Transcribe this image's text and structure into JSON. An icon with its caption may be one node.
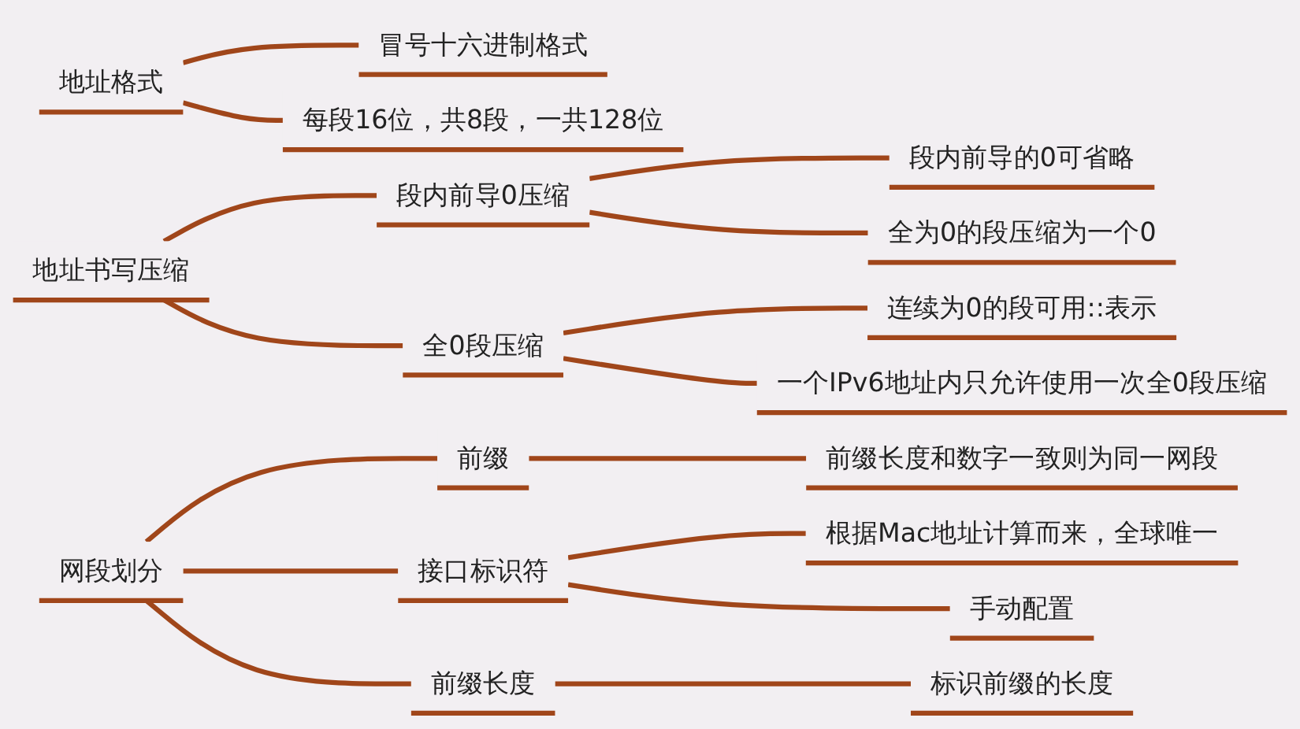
{
  "diagram": {
    "nodes": [
      {
        "text": [
          "地址格式"
        ]
      },
      {
        "text": [
          "冒号十六进制格式"
        ]
      },
      {
        "text": [
          "每段16位，共8段，一共128位"
        ]
      },
      {
        "text": [
          "地址书写压缩"
        ]
      },
      {
        "text": [
          "段内前导0压缩"
        ]
      },
      {
        "text": [
          "段内前导的0可省略"
        ]
      },
      {
        "text": [
          "全为0的段压缩为一个0"
        ]
      },
      {
        "text": [
          "全0段压缩"
        ]
      },
      {
        "text": [
          "连续为0的段可用::表示"
        ]
      },
      {
        "text": [
          "一个IPv6地址内只允许使用一次全0段压缩"
        ]
      },
      {
        "text": [
          "网段划分"
        ]
      },
      {
        "text": [
          "前缀"
        ]
      },
      {
        "text": [
          "前缀长度和数字一致则为同一网段"
        ]
      },
      {
        "text": [
          "接口标识符"
        ]
      },
      {
        "text": [
          "根据Mac地址计算而来，全球唯一"
        ]
      },
      {
        "text": [
          "手动配置"
        ]
      },
      {
        "text": [
          "前缀长度"
        ]
      },
      {
        "text": [
          "标识前缀的长度"
        ]
      }
    ],
    "edges": [
      {
        "from": 0,
        "to": 1,
        "arrow": "none"
      },
      {
        "from": 0,
        "to": 2,
        "arrow": "none"
      },
      {
        "from": 3,
        "to": 4,
        "arrow": "none"
      },
      {
        "from": 4,
        "to": 5,
        "arrow": "none"
      },
      {
        "from": 4,
        "to": 6,
        "arrow": "none"
      },
      {
        "from": 3,
        "to": 7,
        "arrow": "none"
      },
      {
        "from": 7,
        "to": 8,
        "arrow": "none"
      },
      {
        "from": 7,
        "to": 9,
        "arrow": "none"
      },
      {
        "from": 10,
        "to": 11,
        "arrow": "none"
      },
      {
        "from": 11,
        "to": 12,
        "arrow": "none"
      },
      {
        "from": 10,
        "to": 13,
        "arrow": "none"
      },
      {
        "from": 13,
        "to": 14,
        "arrow": "none"
      },
      {
        "from": 13,
        "to": 15,
        "arrow": "none"
      },
      {
        "from": 10,
        "to": 16,
        "arrow": "none"
      },
      {
        "from": 16,
        "to": 17,
        "arrow": "none"
      }
    ]
  }
}
